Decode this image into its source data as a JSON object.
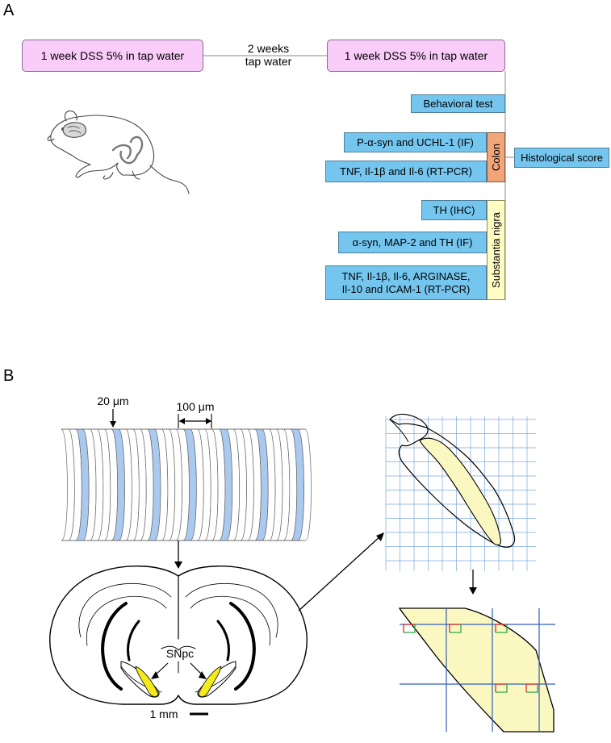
{
  "panel_a": {
    "letter": "A",
    "week1_label": "1 week DSS 5% in tap water",
    "interval_label_line1": "2 weeks",
    "interval_label_line2": "tap water",
    "week2_label": "1 week DSS 5% in tap water",
    "behavioral_test": "Behavioral test",
    "colon_label": "Colon",
    "colon_if": "P-α-syn and UCHL-1 (IF)",
    "colon_pcr": "TNF, Il-1β and Il-6 (RT-PCR)",
    "histological_score": "Histological score",
    "sn_label": "Substantia nigra",
    "sn_ihc": "TH (IHC)",
    "sn_if": "α-syn, MAP-2 and TH (IF)",
    "sn_pcr_line1": "TNF, Il-1β, Il-6, ARGINASE,",
    "sn_pcr_line2": "Il-10 and ICAM-1 (RT-PCR)",
    "colors": {
      "pink": "#f9ccf9",
      "blue": "#74c6ef",
      "orange": "#f3a57a",
      "yellow": "#fffcc4"
    }
  },
  "panel_b": {
    "letter": "B",
    "slice_thickness": "20 μm",
    "slice_interval": "100 μm",
    "snpc_label": "SNpc",
    "scale_bar": "1 mm",
    "colors": {
      "slice_highlight": "#a9c9ee",
      "snpc": "#f5eb1c",
      "grid_light": "#7aa8dc",
      "grid_dark": "#2f5fb6",
      "region_fill": "#fbf7c0",
      "probe_red": "#e02a2a",
      "probe_green": "#2ea84a"
    }
  }
}
